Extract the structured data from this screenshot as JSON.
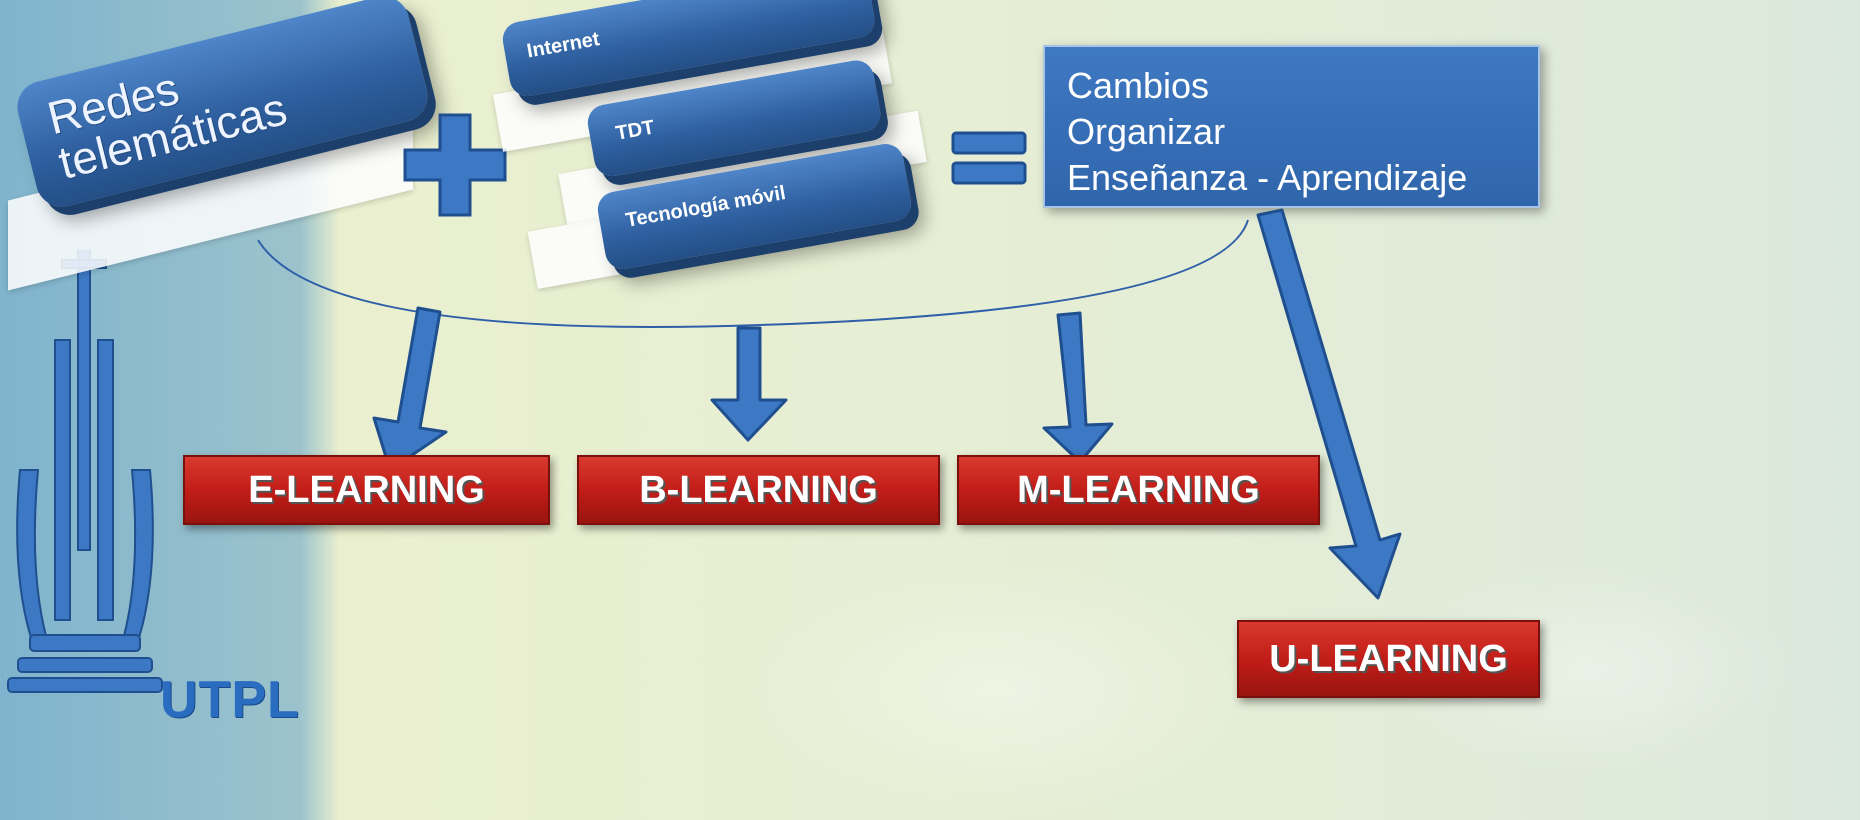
{
  "source_nodes": {
    "main": {
      "line1": "Redes",
      "line2": "telemáticas"
    },
    "technologies": [
      {
        "label": "Internet"
      },
      {
        "label": "TDT"
      },
      {
        "label": "Tecnología móvil"
      }
    ]
  },
  "operators": {
    "plus": "plus-symbol",
    "equals": "equals-symbol"
  },
  "result_box": {
    "lines": [
      "Cambios",
      "Organizar",
      "Enseñanza - Aprendizaje"
    ]
  },
  "outcomes": [
    {
      "label": "E-LEARNING"
    },
    {
      "label": "B-LEARNING"
    },
    {
      "label": "M-LEARNING"
    },
    {
      "label": "U-LEARNING"
    }
  ],
  "logo": {
    "text": "UTPL",
    "icon": "utpl-emblem-icon"
  },
  "colors": {
    "blue_box": "#2e5f9f",
    "red_box": "#c21d18",
    "arrow_blue": "#3d78c4",
    "bg_left": "#7fb3cd",
    "bg_main": "#eaf0cf"
  }
}
